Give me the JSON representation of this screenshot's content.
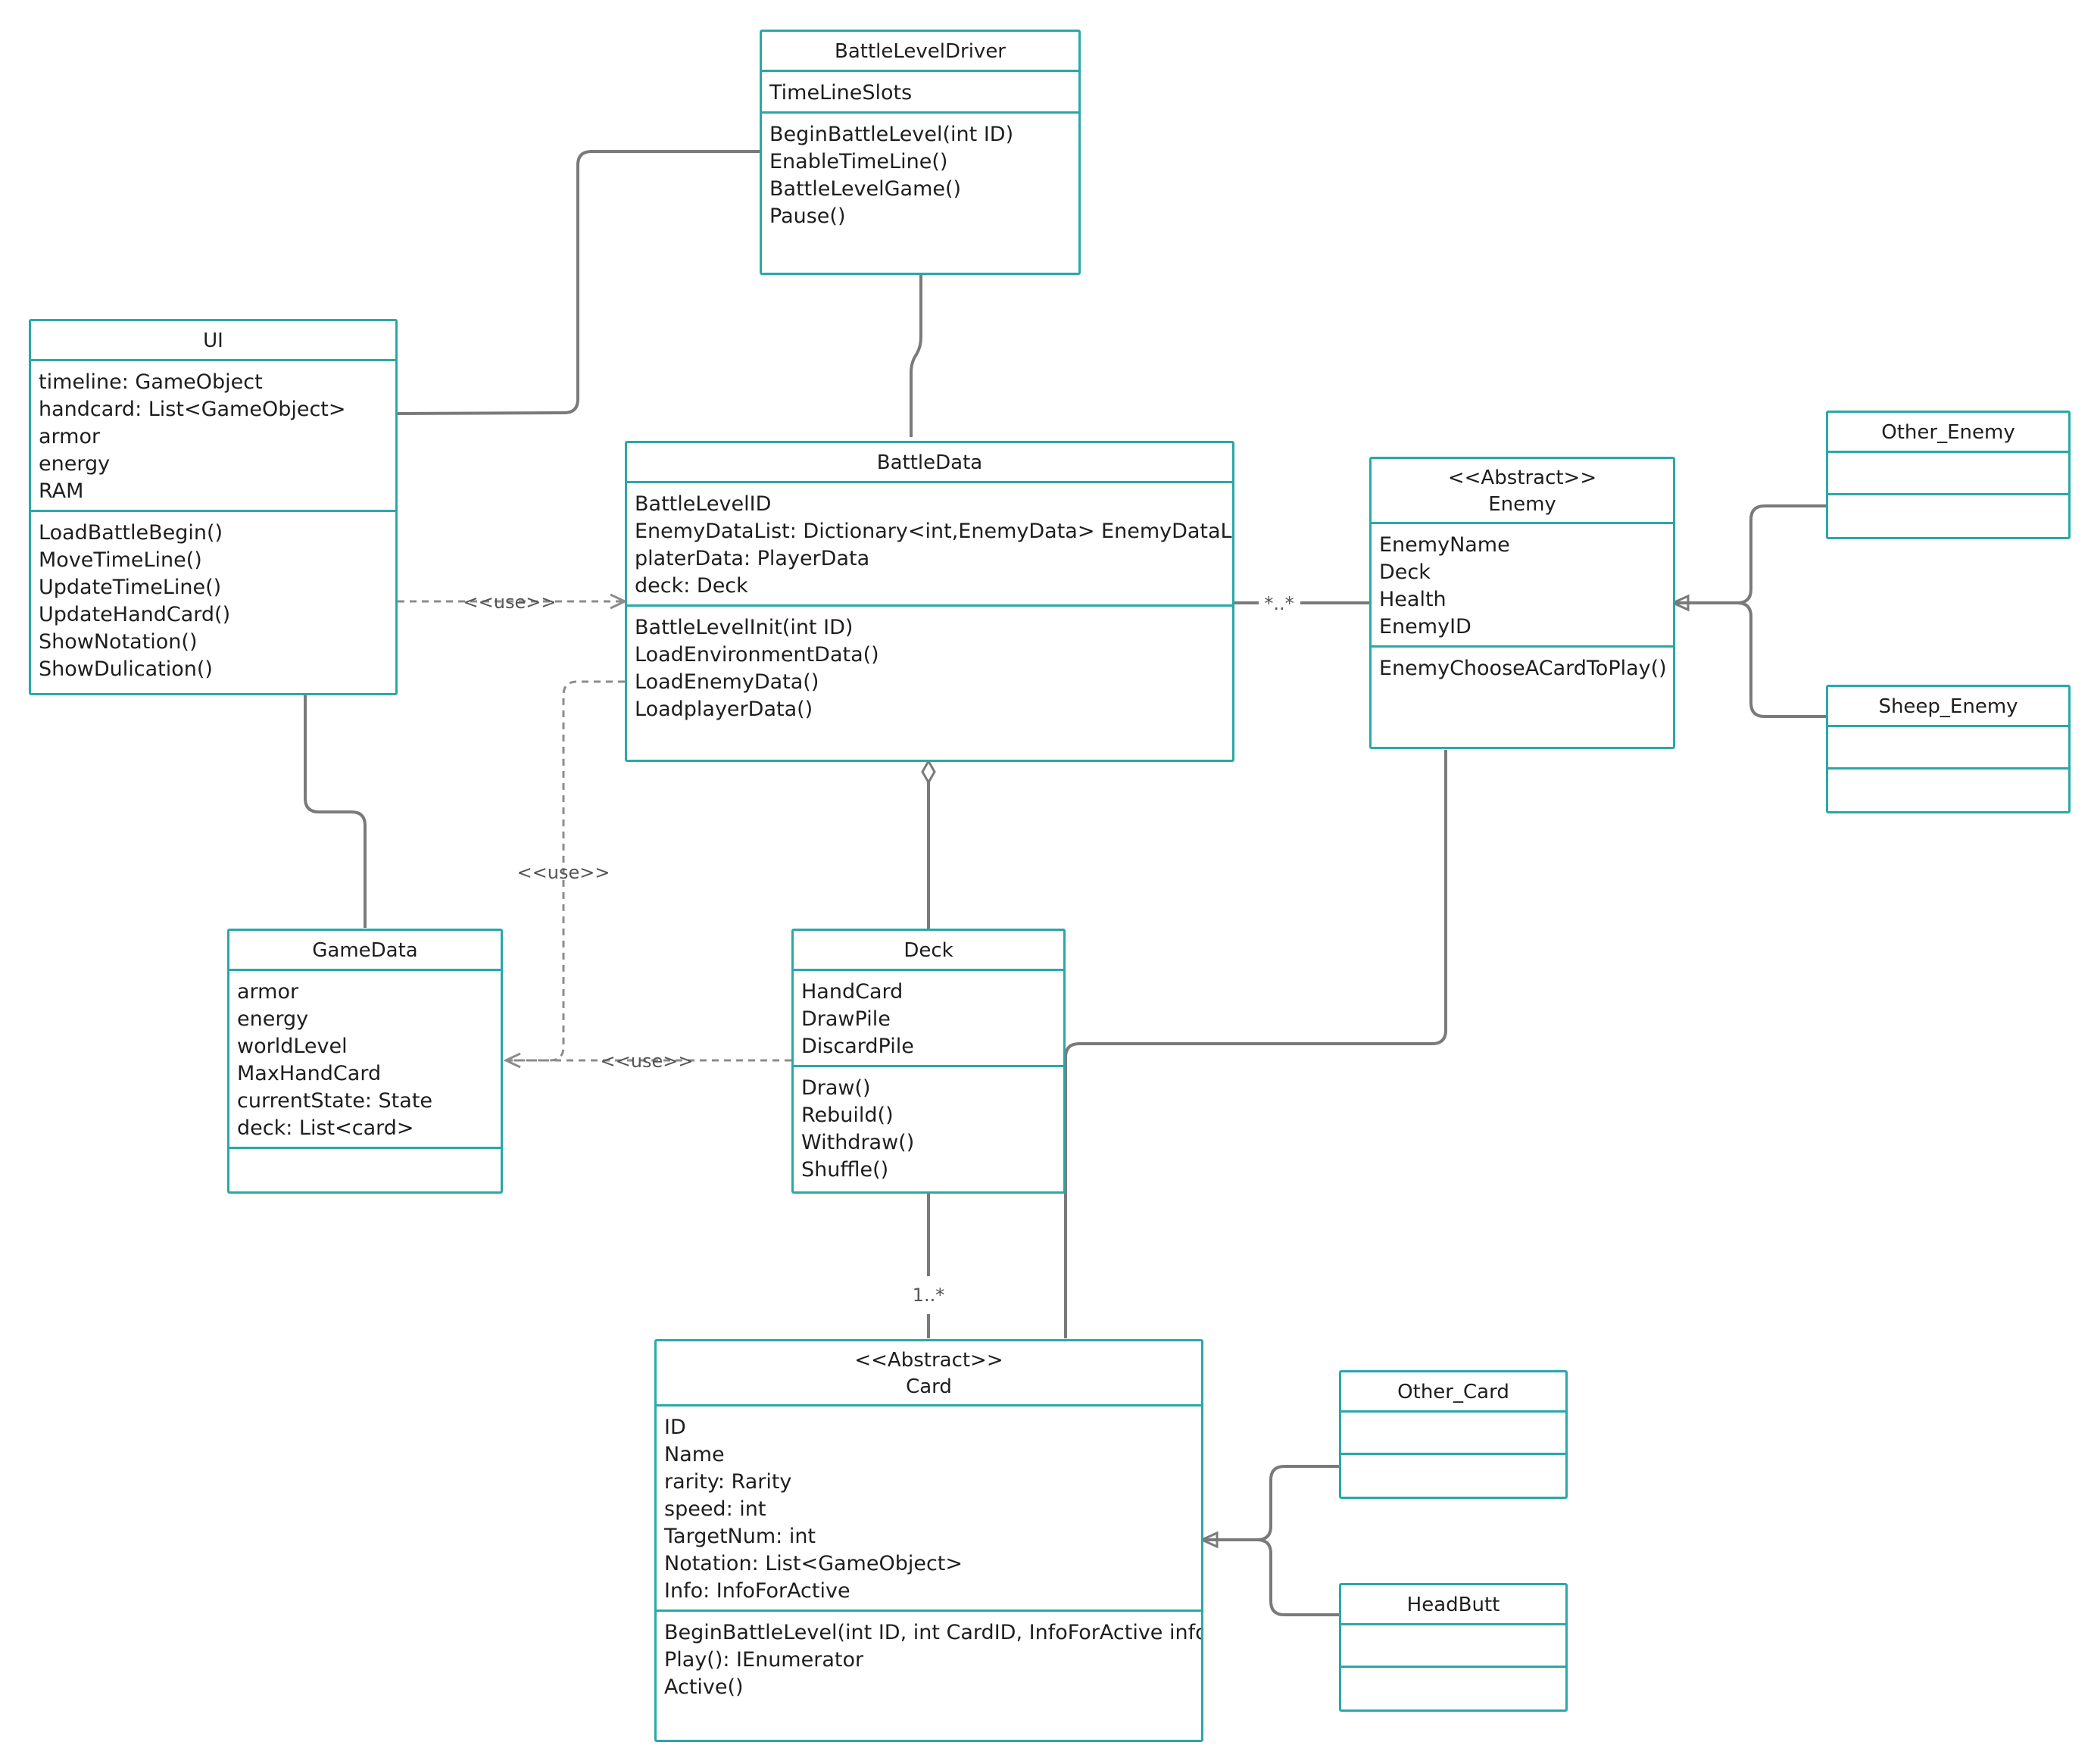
{
  "classes": {
    "battle_level_driver": {
      "name": "BattleLevelDriver",
      "attributes": [
        "TimeLineSlots"
      ],
      "operations": [
        "BeginBattleLevel(int ID)",
        "EnableTimeLine()",
        "BattleLevelGame()",
        "Pause()"
      ]
    },
    "ui": {
      "name": "UI",
      "attributes": [
        "timeline: GameObject",
        "handcard: List<GameObject>",
        "armor",
        "energy",
        "RAM"
      ],
      "operations": [
        "LoadBattleBegin()",
        "MoveTimeLine()",
        "UpdateTimeLine()",
        "UpdateHandCard()",
        "ShowNotation()",
        "ShowDulication()"
      ]
    },
    "battle_data": {
      "name": "BattleData",
      "attributes": [
        "BattleLevelID",
        "EnemyDataList: Dictionary<int,EnemyData> EnemyDataList",
        "platerData: PlayerData",
        "deck: Deck"
      ],
      "operations": [
        "BattleLevelInit(int ID)",
        "LoadEnvironmentData()",
        "LoadEnemyData()",
        "LoadplayerData()"
      ]
    },
    "enemy": {
      "stereotype": "<<Abstract>>",
      "name": "Enemy",
      "attributes": [
        "EnemyName",
        "Deck",
        "Health",
        "EnemyID"
      ],
      "operations": [
        "EnemyChooseACardToPlay()"
      ]
    },
    "other_enemy": {
      "name": "Other_Enemy",
      "attributes": [],
      "operations": []
    },
    "sheep_enemy": {
      "name": "Sheep_Enemy",
      "attributes": [],
      "operations": []
    },
    "game_data": {
      "name": "GameData",
      "attributes": [
        "armor",
        "energy",
        "worldLevel",
        "MaxHandCard",
        "currentState: State",
        "deck: List<card>"
      ],
      "operations": []
    },
    "deck": {
      "name": "Deck",
      "attributes": [
        "HandCard",
        "DrawPile",
        "DiscardPile"
      ],
      "operations": [
        "Draw()",
        "Rebuild()",
        "Withdraw()",
        "Shuffle()"
      ]
    },
    "card": {
      "stereotype": "<<Abstract>>",
      "name": "Card",
      "attributes": [
        "ID",
        "Name",
        "rarity: Rarity",
        "speed: int",
        "TargetNum: int",
        "Notation: List<GameObject>",
        "Info: InfoForActive"
      ],
      "operations": [
        "BeginBattleLevel(int ID, int CardID, InfoForActive  info)",
        "Play(): IEnumerator",
        "Active()"
      ]
    },
    "other_card": {
      "name": "Other_Card",
      "attributes": [],
      "operations": []
    },
    "head_butt": {
      "name": "HeadButt",
      "attributes": [],
      "operations": []
    }
  },
  "relations": {
    "ui_battledata_use": "<<use>>",
    "battledata_gamedata_use": "<<use>>",
    "deck_gamedata_use": "<<use>>",
    "battledata_enemy_mult": "*..*",
    "deck_card_mult": "1..*"
  },
  "colors": {
    "class_border": "#2aa8a8",
    "connector": "#7a7a7a",
    "text": "#1e1e1e"
  }
}
